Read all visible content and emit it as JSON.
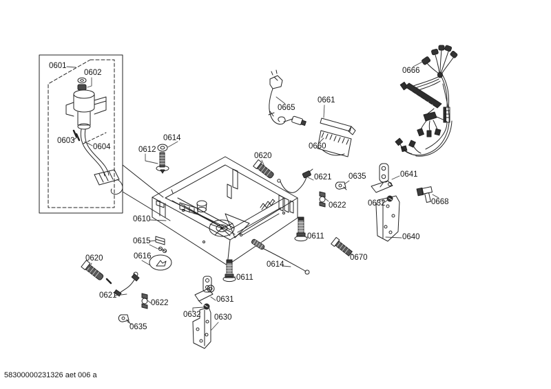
{
  "drawing": {
    "footer_code": "58300000231326 aet 006 a",
    "background": "#ffffff",
    "line_color": "#222222"
  },
  "callouts": [
    {
      "text": "0601"
    },
    {
      "text": "0602"
    },
    {
      "text": "0603"
    },
    {
      "text": "0604"
    },
    {
      "text": "0612"
    },
    {
      "text": "0614"
    },
    {
      "text": "0665"
    },
    {
      "text": "0661"
    },
    {
      "text": "0660"
    },
    {
      "text": "0666"
    },
    {
      "text": "0620"
    },
    {
      "text": "0621"
    },
    {
      "text": "0635"
    },
    {
      "text": "0641"
    },
    {
      "text": "0622"
    },
    {
      "text": "0632"
    },
    {
      "text": "0668"
    },
    {
      "text": "0610"
    },
    {
      "text": "0611"
    },
    {
      "text": "0640"
    },
    {
      "text": "0615"
    },
    {
      "text": "0616"
    },
    {
      "text": "0670"
    },
    {
      "text": "0620"
    },
    {
      "text": "0614"
    },
    {
      "text": "0611"
    },
    {
      "text": "0621"
    },
    {
      "text": "0622"
    },
    {
      "text": "0631"
    },
    {
      "text": "0632"
    },
    {
      "text": "0630"
    },
    {
      "text": "0635"
    }
  ]
}
